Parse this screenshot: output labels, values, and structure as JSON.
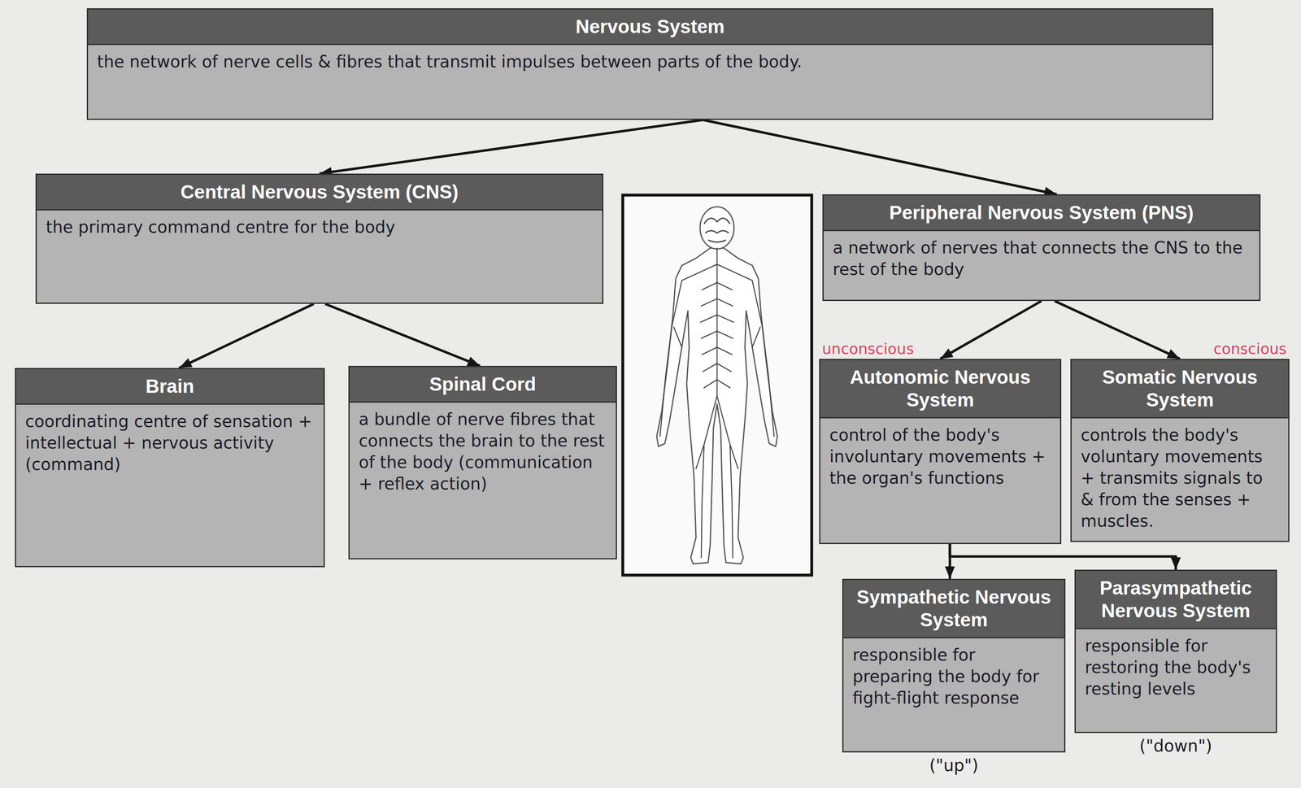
{
  "diagram": {
    "nodes": [
      {
        "text": [
          "Nervous System",
          "the network of nerve cells & fibres that transmit impulses between parts of the body."
        ]
      },
      {
        "text": [
          "Central Nervous System (CNS)",
          "the primary command centre for the body"
        ]
      },
      {
        "text": [
          "Peripheral Nervous System (PNS)",
          "a network of nerves that connects the CNS to the rest of the body"
        ]
      },
      {
        "text": [
          "Brain",
          "coordinating centre of sensation + intellectual + nervous activity (command)"
        ]
      },
      {
        "text": [
          "Spinal Cord",
          "a bundle of nerve fibres that connects the brain to the rest of the body (communication + reflex action)"
        ]
      },
      {
        "text": [
          "unconscious",
          "Autonomic Nervous System",
          "control of the body's involuntary movements + the organ's functions"
        ]
      },
      {
        "text": [
          "conscious",
          "Somatic Nervous System",
          "controls the body's voluntary movements + transmits signals to & from the senses + muscles."
        ]
      },
      {
        "text": [
          "Sympathetic Nervous System",
          "responsible for preparing the body for fight-flight response",
          "(\"up\")"
        ]
      },
      {
        "text": [
          "Parasympathetic Nervous System",
          "responsible for restoring the body's resting levels",
          "(\"down\")"
        ]
      }
    ],
    "edges": [
      {
        "from": 0,
        "to": 1,
        "arrow": "to"
      },
      {
        "from": 0,
        "to": 2,
        "arrow": "to"
      },
      {
        "from": 1,
        "to": 3,
        "arrow": "to"
      },
      {
        "from": 1,
        "to": 4,
        "arrow": "to"
      },
      {
        "from": 2,
        "to": 5,
        "arrow": "to"
      },
      {
        "from": 2,
        "to": 6,
        "arrow": "to"
      },
      {
        "from": 5,
        "to": 7,
        "arrow": "to"
      },
      {
        "from": 5,
        "to": 8,
        "arrow": "to"
      }
    ]
  }
}
